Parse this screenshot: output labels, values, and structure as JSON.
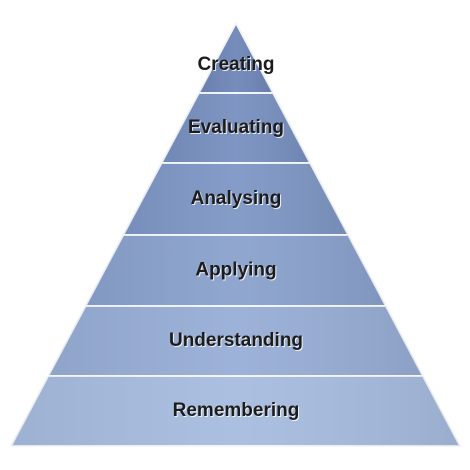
{
  "diagram": {
    "type": "pyramid",
    "levels": [
      {
        "label": "Creating",
        "color": "#6f86b8"
      },
      {
        "label": "Evaluating",
        "color": "#7890c0"
      },
      {
        "label": "Analysing",
        "color": "#7e97c5"
      },
      {
        "label": "Applying",
        "color": "#8aa2cd"
      },
      {
        "label": "Understanding",
        "color": "#98aed6"
      },
      {
        "label": "Remembering",
        "color": "#a7bcdf"
      }
    ],
    "colors": {
      "separator": "#f2f5fa",
      "text": "#1c1c1c"
    }
  }
}
